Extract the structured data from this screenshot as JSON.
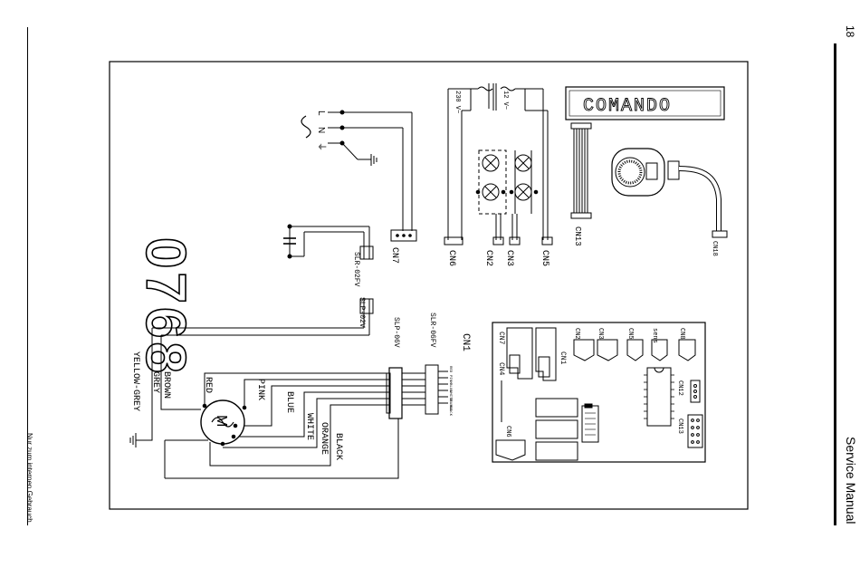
{
  "page": {
    "number": "18",
    "header_title": "Service Manual",
    "footer_note": "Nur zum internen Gebrauch"
  },
  "diagram": {
    "model_code": "0768",
    "comando_label": "COMANDO",
    "power_labels": {
      "live": "L",
      "neutral": "N",
      "earth": "⏚"
    },
    "transformer": {
      "primary": "230 V~",
      "secondary": "12 V~"
    },
    "connectors_top": {
      "cn7": "CN7",
      "cn6": "CN6",
      "cn2": "CN2",
      "cn3": "CN3",
      "cn5": "CN5",
      "cn13": "CN13",
      "cn18": "CN18"
    },
    "plug_labels": {
      "slr_02fv": "SLR-02FV",
      "slp_02v": "SLP-02V",
      "slp_06v": "SLP-06V",
      "slr_06fv": "SLR-06FV",
      "cn1": "CN1"
    },
    "wire_colors": {
      "yellow_grey": "YELLOW-GREY",
      "grey": "GREY",
      "brown": "BROWN",
      "red": "RED",
      "pink": "PINK",
      "blue": "BLUE",
      "white": "WHITE",
      "orange": "ORANGE",
      "black": "BLACK"
    },
    "pin_labels": {
      "p1": "RED",
      "p2": "PINK",
      "p3": "BLUE",
      "p4": "WHITE",
      "p5": "ORANGE",
      "p6": "BLACK"
    },
    "board": {
      "cn7": "CN7",
      "cn4": "CN4",
      "cn1": "CN1",
      "cn2": "CN2",
      "cn3": "CN3",
      "cn5": "CN5",
      "sens": "sens",
      "cn8": "CN8",
      "cn12": "CN12",
      "cn13": "CN13",
      "cn6": "CN6"
    }
  }
}
